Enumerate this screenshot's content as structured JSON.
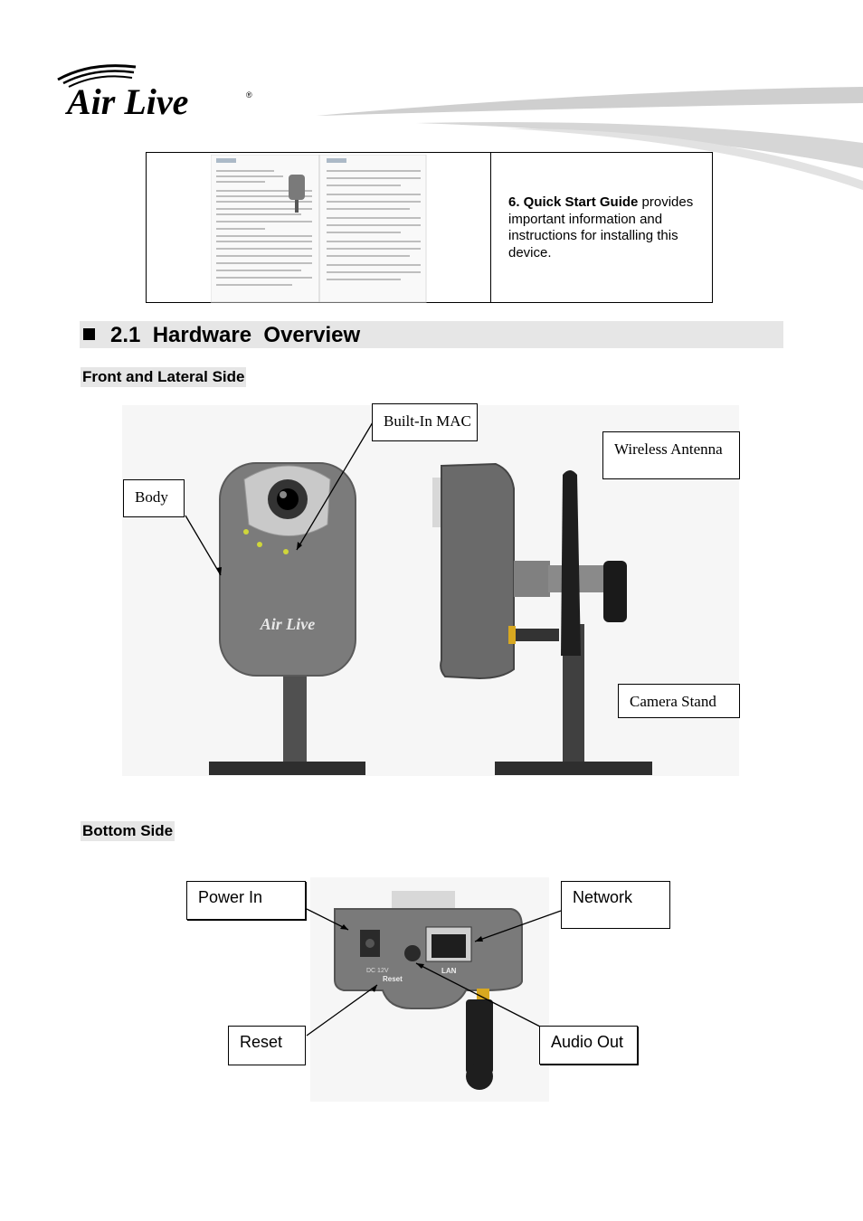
{
  "header": {
    "brand": "Air Live"
  },
  "guide_row": {
    "title": "6. Quick Start Guide",
    "text": " provides important information and instructions for installing this device."
  },
  "section": {
    "title": "2.1  Hardware  Overview"
  },
  "front": {
    "heading": "Front and Lateral Side",
    "labels": {
      "built_in_mac": "Built-In MAC",
      "wireless_antenna": "Wireless Antenna",
      "body": "Body",
      "camera_stand": "Camera Stand"
    },
    "camera_brand": "Air Live"
  },
  "bottom": {
    "heading": "Bottom Side",
    "labels": {
      "power_in": "Power In",
      "network": "Network",
      "reset": "Reset",
      "audio_out": "Audio Out"
    },
    "port_labels": {
      "dc": "DC 12V",
      "reset": "Reset",
      "lan": "LAN"
    }
  }
}
